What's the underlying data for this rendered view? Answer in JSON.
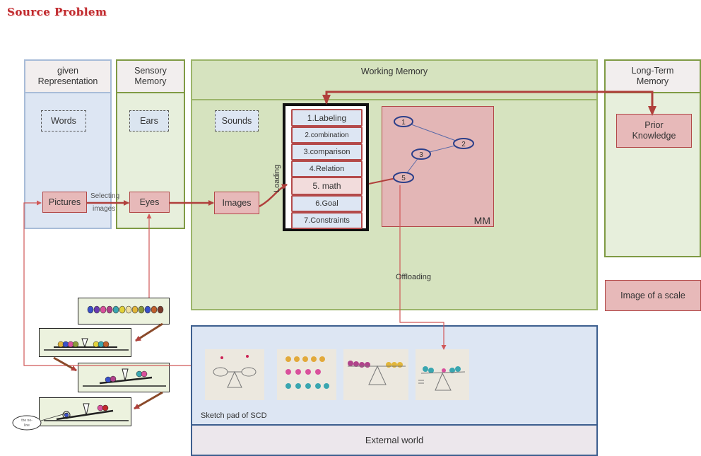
{
  "title": "Source  Problem",
  "columns": {
    "given": "given\nRepresentation",
    "sensory": "Sensory\nMemory",
    "working": "Working Memory",
    "longterm": "Long-Term\nMemory"
  },
  "boxes": {
    "words": "Words",
    "ears": "Ears",
    "sounds": "Sounds",
    "pictures": "Pictures",
    "eyes": "Eyes",
    "images": "Images",
    "prior_knowledge": "Prior\nKnowledge",
    "image_of_scale": "Image of a scale"
  },
  "processes": [
    "1.Labeling",
    "2.combination",
    "3.comparison",
    "4.Relation",
    "5. math",
    "6.Goal",
    "7.Constraints"
  ],
  "labels": {
    "selecting": "Selecting",
    "images_small": "images",
    "loading": "Loading",
    "offloading": "Offloading",
    "mm": "MM",
    "sketch_pad": "Sketch pad of  SCD",
    "external_world": "External world",
    "oval_note": "the ne-\nline"
  },
  "nodes": [
    "1",
    "2",
    "3",
    "5"
  ],
  "colors": {
    "arrow": "#b0403c",
    "node_stroke": "#2c3f8a",
    "working_bg": "#d6e3bf",
    "pink": "#e7b9b9"
  }
}
